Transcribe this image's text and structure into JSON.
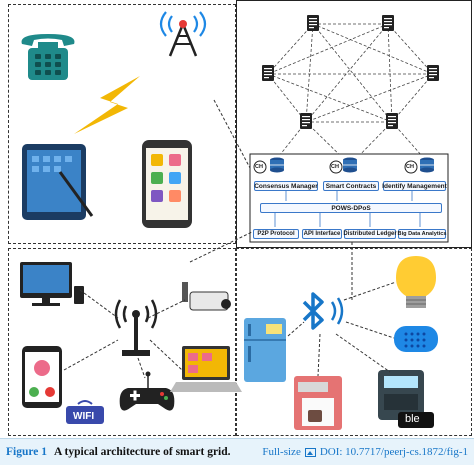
{
  "diagram": {
    "ch_label": "CH",
    "consensus_manager": "Consensus Manager",
    "smart_contracts": "Smart Contracts",
    "identify_management": "Identify Management",
    "pows_dpos": "POWS-DPoS",
    "p2p_protocol": "P2P Protocol",
    "api_interface": "API Interface",
    "distributed_ledger": "Distributed Ledger",
    "big_data_analytics": "Big Data Analytics",
    "wifi_label": "WIFI",
    "ble_label": "ble"
  },
  "caption": {
    "figure_label": "Figure 1",
    "title": "A typical architecture of smart grid.",
    "full_size": "Full-size",
    "doi": "DOI: 10.7717/peerj-cs.1872/fig-1"
  },
  "colors": {
    "accent_blue": "#1776c8",
    "bolt_yellow": "#f2b705",
    "phone_teal": "#1f8a8a",
    "screen_blue": "#3b83c7"
  }
}
